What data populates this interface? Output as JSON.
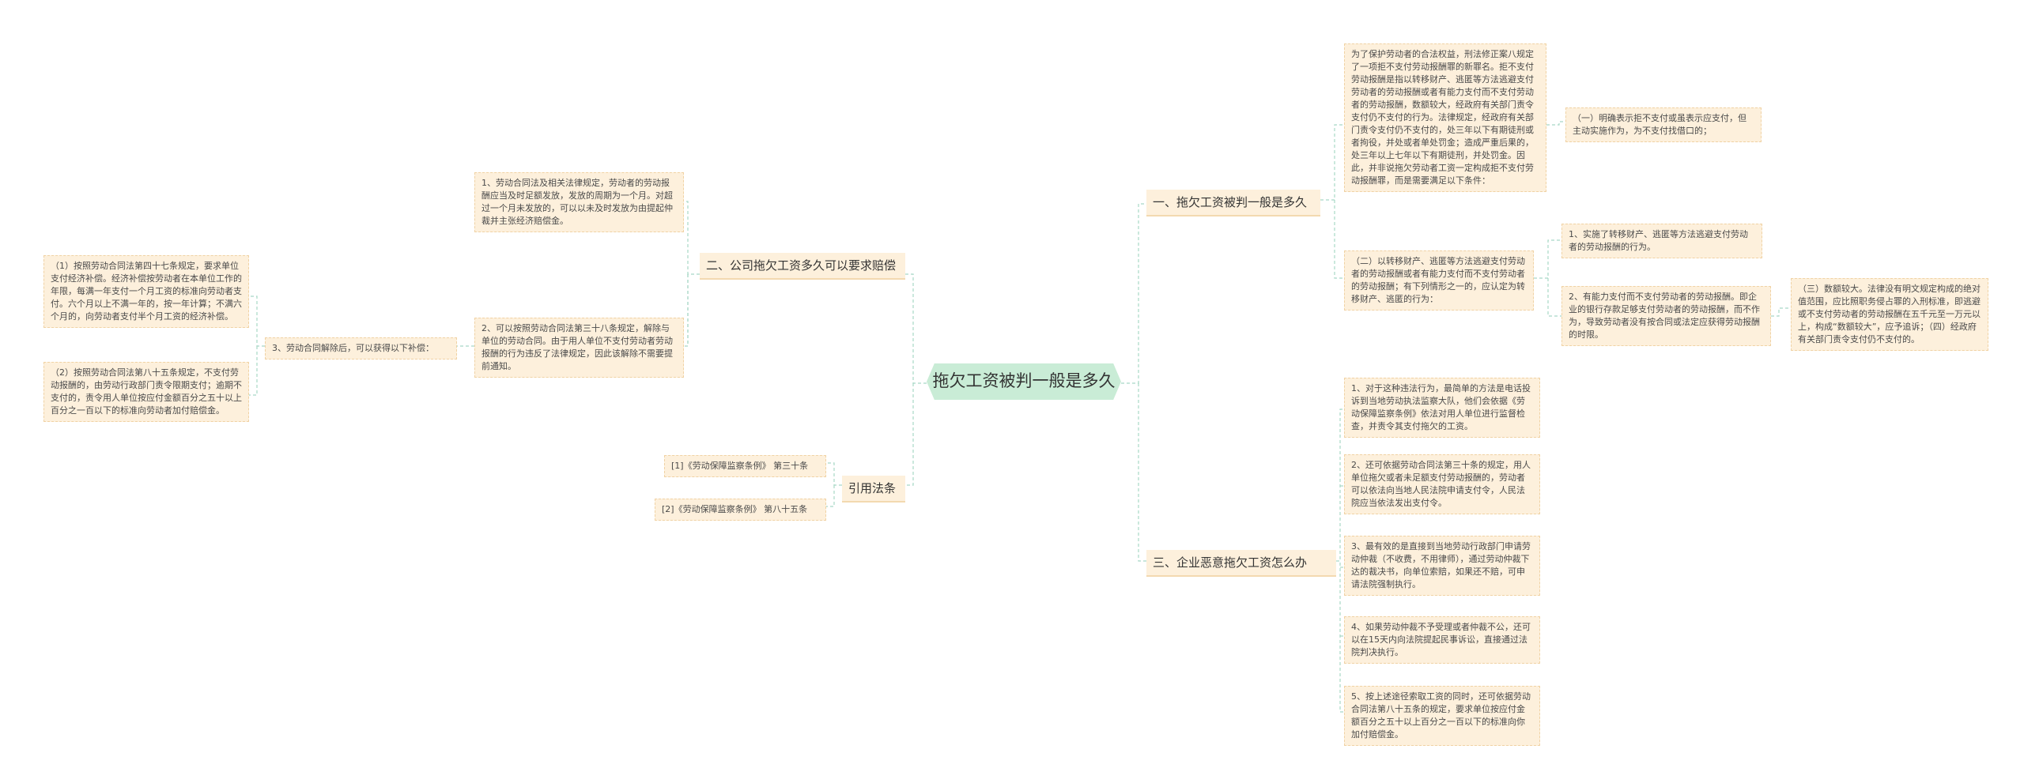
{
  "root": {
    "label": "拖欠工资被判一般是多久"
  },
  "branches": {
    "b1": "一、拖欠工资被判一般是多久",
    "b2": "二、公司拖欠工资多久可以要求赔偿",
    "b3": "引用法条",
    "b4": "三、企业恶意拖欠工资怎么办"
  },
  "nodes": {
    "b1_text": "为了保护劳动者的合法权益，刑法修正案八规定了一项拒不支付劳动报酬罪的新罪名。拒不支付劳动报酬是指以转移财产、逃匿等方法逃避支付劳动者的劳动报酬或者有能力支付而不支付劳动者的劳动报酬，数额较大，经政府有关部门责令支付仍不支付的行为。法律规定，经政府有关部门责令支付仍不支付的，处三年以下有期徒刑或者拘役，并处或者单处罚金；造成严重后果的，处三年以上七年以下有期徒刑，并处罚金。因此，并非说拖欠劳动者工资一定构成拒不支付劳动报酬罪，而是需要满足以下条件：",
    "b1_c1": "（一）明确表示拒不支付或虽表示应支付，但主动实施作为，为不支付找借口的；",
    "b1_c2": "（二）以转移财产、逃匿等方法逃避支付劳动者的劳动报酬或者有能力支付而不支付劳动者的劳动报酬；有下列情形之一的，应认定为转移财产、逃匿的行为：",
    "b1_c2_1": "1、实施了转移财产、逃匿等方法逃避支付劳动者的劳动报酬的行为。",
    "b1_c2_2": "2、有能力支付而不支付劳动者的劳动报酬。即企业的银行存款足够支付劳动者的劳动报酬，而不作为，导致劳动者没有按合同或法定应获得劳动报酬的时限。",
    "b1_c3": "（三）数额较大。法律没有明文规定构成的绝对值范围，应比照职务侵占罪的入刑标准，即逃避或不支付劳动者的劳动报酬在五千元至一万元以上，构成“数额较大”，应予追诉；（四）经政府有关部门责令支付仍不支付的。",
    "b2_c1": "1、劳动合同法及相关法律规定，劳动者的劳动报酬应当及时足额发放，发放的周期为一个月。对超过一个月未发放的，可以以未及时发放为由提起仲裁并主张经济赔偿金。",
    "b2_c2": "2、可以按照劳动合同法第三十八条规定，解除与单位的劳动合同。由于用人单位不支付劳动者劳动报酬的行为违反了法律规定，因此该解除不需要提前通知。",
    "b2_c3": "3、劳动合同解除后，可以获得以下补偿：",
    "b2_c3_1": "（1）按照劳动合同法第四十七条规定，要求单位支付经济补偿。经济补偿按劳动者在本单位工作的年限，每满一年支付一个月工资的标准向劳动者支付。六个月以上不满一年的，按一年计算；不满六个月的，向劳动者支付半个月工资的经济补偿。",
    "b2_c3_2": "（2）按照劳动合同法第八十五条规定，不支付劳动报酬的，由劳动行政部门责令限期支付；逾期不支付的，责令用人单位按应付金额百分之五十以上百分之一百以下的标准向劳动者加付赔偿金。",
    "b3_c1": "[1]《劳动保障监察条例》 第三十条",
    "b3_c2": "[2]《劳动保障监察条例》 第八十五条",
    "b4_c1": "1、对于这种违法行为，最简单的方法是电话投诉到当地劳动执法监察大队，他们会依据《劳动保障监察条例》依法对用人单位进行监督检查，并责令其支付拖欠的工资。",
    "b4_c2": "2、还可依据劳动合同法第三十条的规定，用人单位拖欠或者未足额支付劳动报酬的，劳动者可以依法向当地人民法院申请支付令，人民法院应当依法发出支付令。",
    "b4_c3": "3、最有效的是直接到当地劳动行政部门申请劳动仲裁（不收费，不用律师），通过劳动仲裁下达的裁决书，向单位索赔，如果还不赔，可申请法院强制执行。",
    "b4_c4": "4、如果劳动仲裁不予受理或者仲裁不公，还可以在15天内向法院提起民事诉讼，直接通过法院判决执行。",
    "b4_c5": "5、按上述途径索取工资的同时，还可依据劳动合同法第八十五条的规定，要求单位按应付金额百分之五十以上百分之一百以下的标准向你加付赔偿金。"
  },
  "colors": {
    "root_fill": "#c9ecd6",
    "node_fill": "#fdf0dc",
    "node_border": "#f0d2a4",
    "link": "#a8d8c6"
  }
}
